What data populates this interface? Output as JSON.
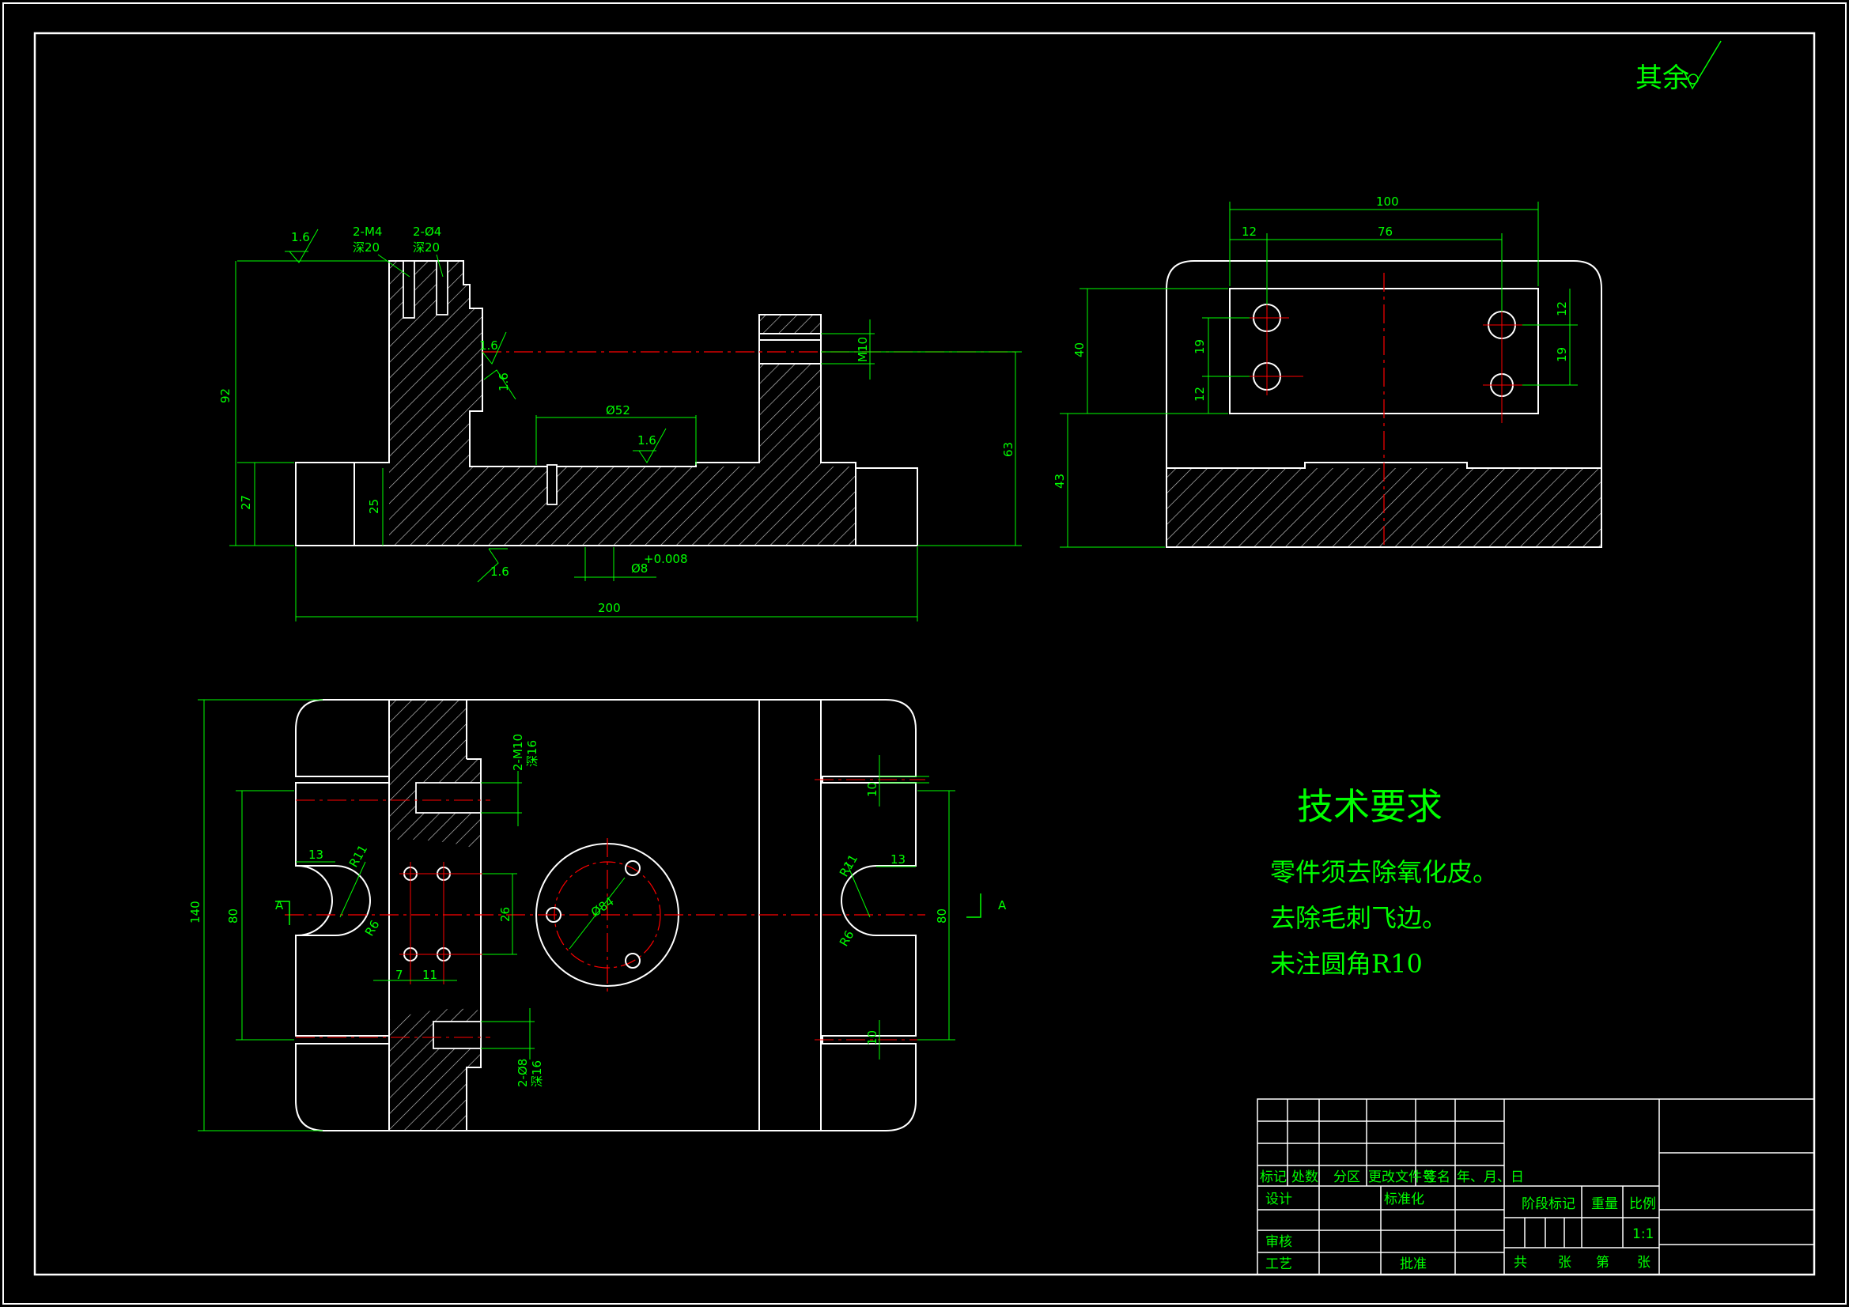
{
  "drawing": {
    "colors": {
      "background": "#000000",
      "outline": "#ffffff",
      "dimension": "#00ff00",
      "centerline": "#ff0000",
      "hatch": "#c8c8c8"
    },
    "roughness_other": "其余",
    "tech_requirements": {
      "title": "技术要求",
      "lines": [
        "零件须去除氧化皮。",
        "去除毛刺飞边。",
        "未注圆角R10"
      ]
    },
    "front_view": {
      "roughness": [
        "1.6",
        "1.6",
        "1.6",
        "1.6",
        "1.6"
      ],
      "callout_m4": "2-M4",
      "callout_m4_depth": "深20",
      "callout_d4": "2-Ø4",
      "callout_d4_depth": "深20",
      "dims": {
        "height_92": "92",
        "height_27": "27",
        "height_25": "25",
        "dia_52": "Ø52",
        "m10": "M10",
        "height_63": "63",
        "width_200": "200",
        "dia_8": "Ø8",
        "tol_8": "+0.008"
      }
    },
    "side_view": {
      "dims": {
        "width_100": "100",
        "d_12": "12",
        "d_76": "76",
        "h_40": "40",
        "h_43": "43",
        "l_19": "19",
        "l_12": "12",
        "r_12": "12",
        "r_19": "19"
      }
    },
    "top_view": {
      "section_label_left": "A",
      "section_label_right": "A",
      "callout_m10": "2-M10",
      "callout_m10_depth": "深16",
      "callout_d8": "2-Ø8",
      "callout_d8_depth": "深16",
      "dims": {
        "h_140": "140",
        "h_80_left": "80",
        "h_80_right": "80",
        "w_13_left": "13",
        "w_13_right": "13",
        "r11_left": "R11",
        "r11_right": "R11",
        "r6_left": "R6",
        "r6_right": "R6",
        "d_26": "26",
        "d_7": "7",
        "d_11": "11",
        "dia_84": "Ø84",
        "d_10_top": "10",
        "d_10_bottom": "10"
      }
    },
    "title_block": {
      "headers": [
        "标记",
        "处数",
        "分区",
        "更改文件号",
        "签名",
        "年、月、日"
      ],
      "design": "设计",
      "standardize": "标准化",
      "review": "审核",
      "process": "工艺",
      "approve": "批准",
      "stage_mark": "阶段标记",
      "weight": "重量",
      "scale_label": "比例",
      "scale_value": "1:1",
      "total": "共",
      "sheet_unit": "张",
      "sheet_no": "第",
      "sheet_unit2": "张"
    }
  }
}
